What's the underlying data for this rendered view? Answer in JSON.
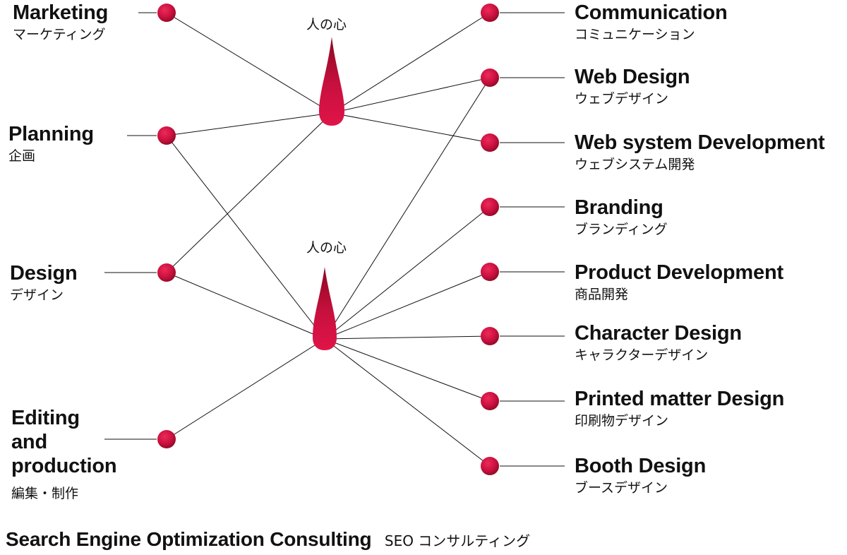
{
  "hub_label": "人の心",
  "left_items": [
    {
      "en": "Marketing",
      "ja": "マーケティング"
    },
    {
      "en": "Planning",
      "ja": "企画"
    },
    {
      "en": "Design",
      "ja": "デザイン"
    },
    {
      "en": "Editing\nand\nproduction",
      "ja": "編集・制作"
    }
  ],
  "right_items": [
    {
      "en": "Communication",
      "ja": "コミュニケーション"
    },
    {
      "en": "Web Design",
      "ja": "ウェブデザイン"
    },
    {
      "en": "Web system Development",
      "ja": "ウェブシステム開発"
    },
    {
      "en": "Branding",
      "ja": "ブランディング"
    },
    {
      "en": "Product Development",
      "ja": "商品開発"
    },
    {
      "en": "Character Design",
      "ja": "キャラクターデザイン"
    },
    {
      "en": "Printed matter Design",
      "ja": "印刷物デザイン"
    },
    {
      "en": "Booth Design",
      "ja": "ブースデザイン"
    }
  ],
  "footer": {
    "en": "Search Engine Optimization Consulting",
    "ja": "SEO コンサルティング"
  },
  "colors": {
    "node": "#c8103e",
    "node_dark": "#8a0a22",
    "line": "#111111"
  }
}
